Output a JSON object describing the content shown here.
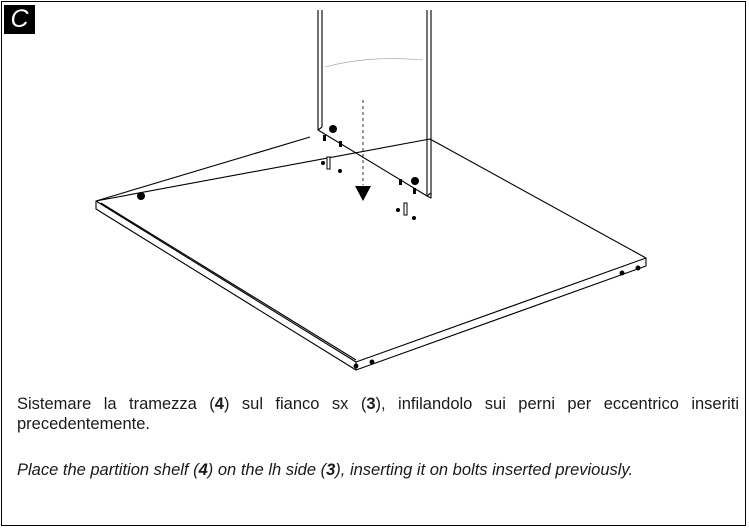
{
  "step": {
    "label": "C"
  },
  "instructions": {
    "italian": {
      "part1": "Sistemare la tramezza (",
      "ref_partition": "4",
      "part2": ") sul fianco sx (",
      "ref_side": "3",
      "part3": "), infilandolo sui perni per eccentrico inseriti precedentemente."
    },
    "english": {
      "part1": "Place the partition shelf (",
      "ref_partition": "4",
      "part2": ") on the lh side (",
      "ref_side": "3",
      "part3": "), inserting it on bolts inserted previously."
    }
  },
  "colors": {
    "line": "#000000",
    "text": "#1a1a1a",
    "badge_bg": "#000000",
    "badge_fg": "#ffffff"
  },
  "illustration": {
    "name": "assembly-diagram",
    "parts": [
      "partition-shelf",
      "side-panel",
      "bolt",
      "arrow-down"
    ]
  }
}
